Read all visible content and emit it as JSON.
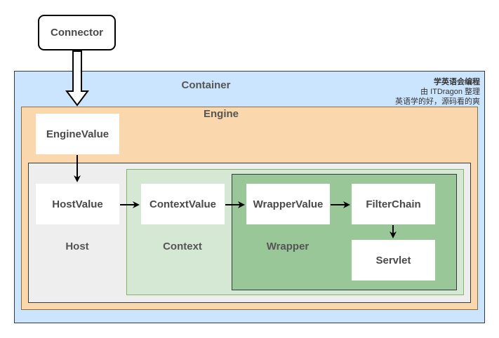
{
  "connector": {
    "label": "Connector"
  },
  "container": {
    "label": "Container"
  },
  "engine": {
    "label": "Engine"
  },
  "host": {
    "label": "Host"
  },
  "context": {
    "label": "Context"
  },
  "wrapper": {
    "label": "Wrapper"
  },
  "nodes": {
    "engine_value": "EngineValue",
    "host_value": "HostValue",
    "context_value": "ContextValue",
    "wrapper_value": "WrapperValue",
    "filter_chain": "FilterChain",
    "servlet": "Servlet"
  },
  "note": {
    "title": "学英语会编程",
    "line1": "由 ITDragon 整理",
    "line2": "英语学的好，源码看的爽"
  },
  "colors": {
    "container_fill": "#cce5ff",
    "engine_fill": "#fad7ac",
    "host_fill": "#eeeeee",
    "context_fill": "#d5e8d4",
    "wrapper_fill": "#9ac798",
    "node_fill": "#ffffff",
    "arrow": "#000000"
  }
}
